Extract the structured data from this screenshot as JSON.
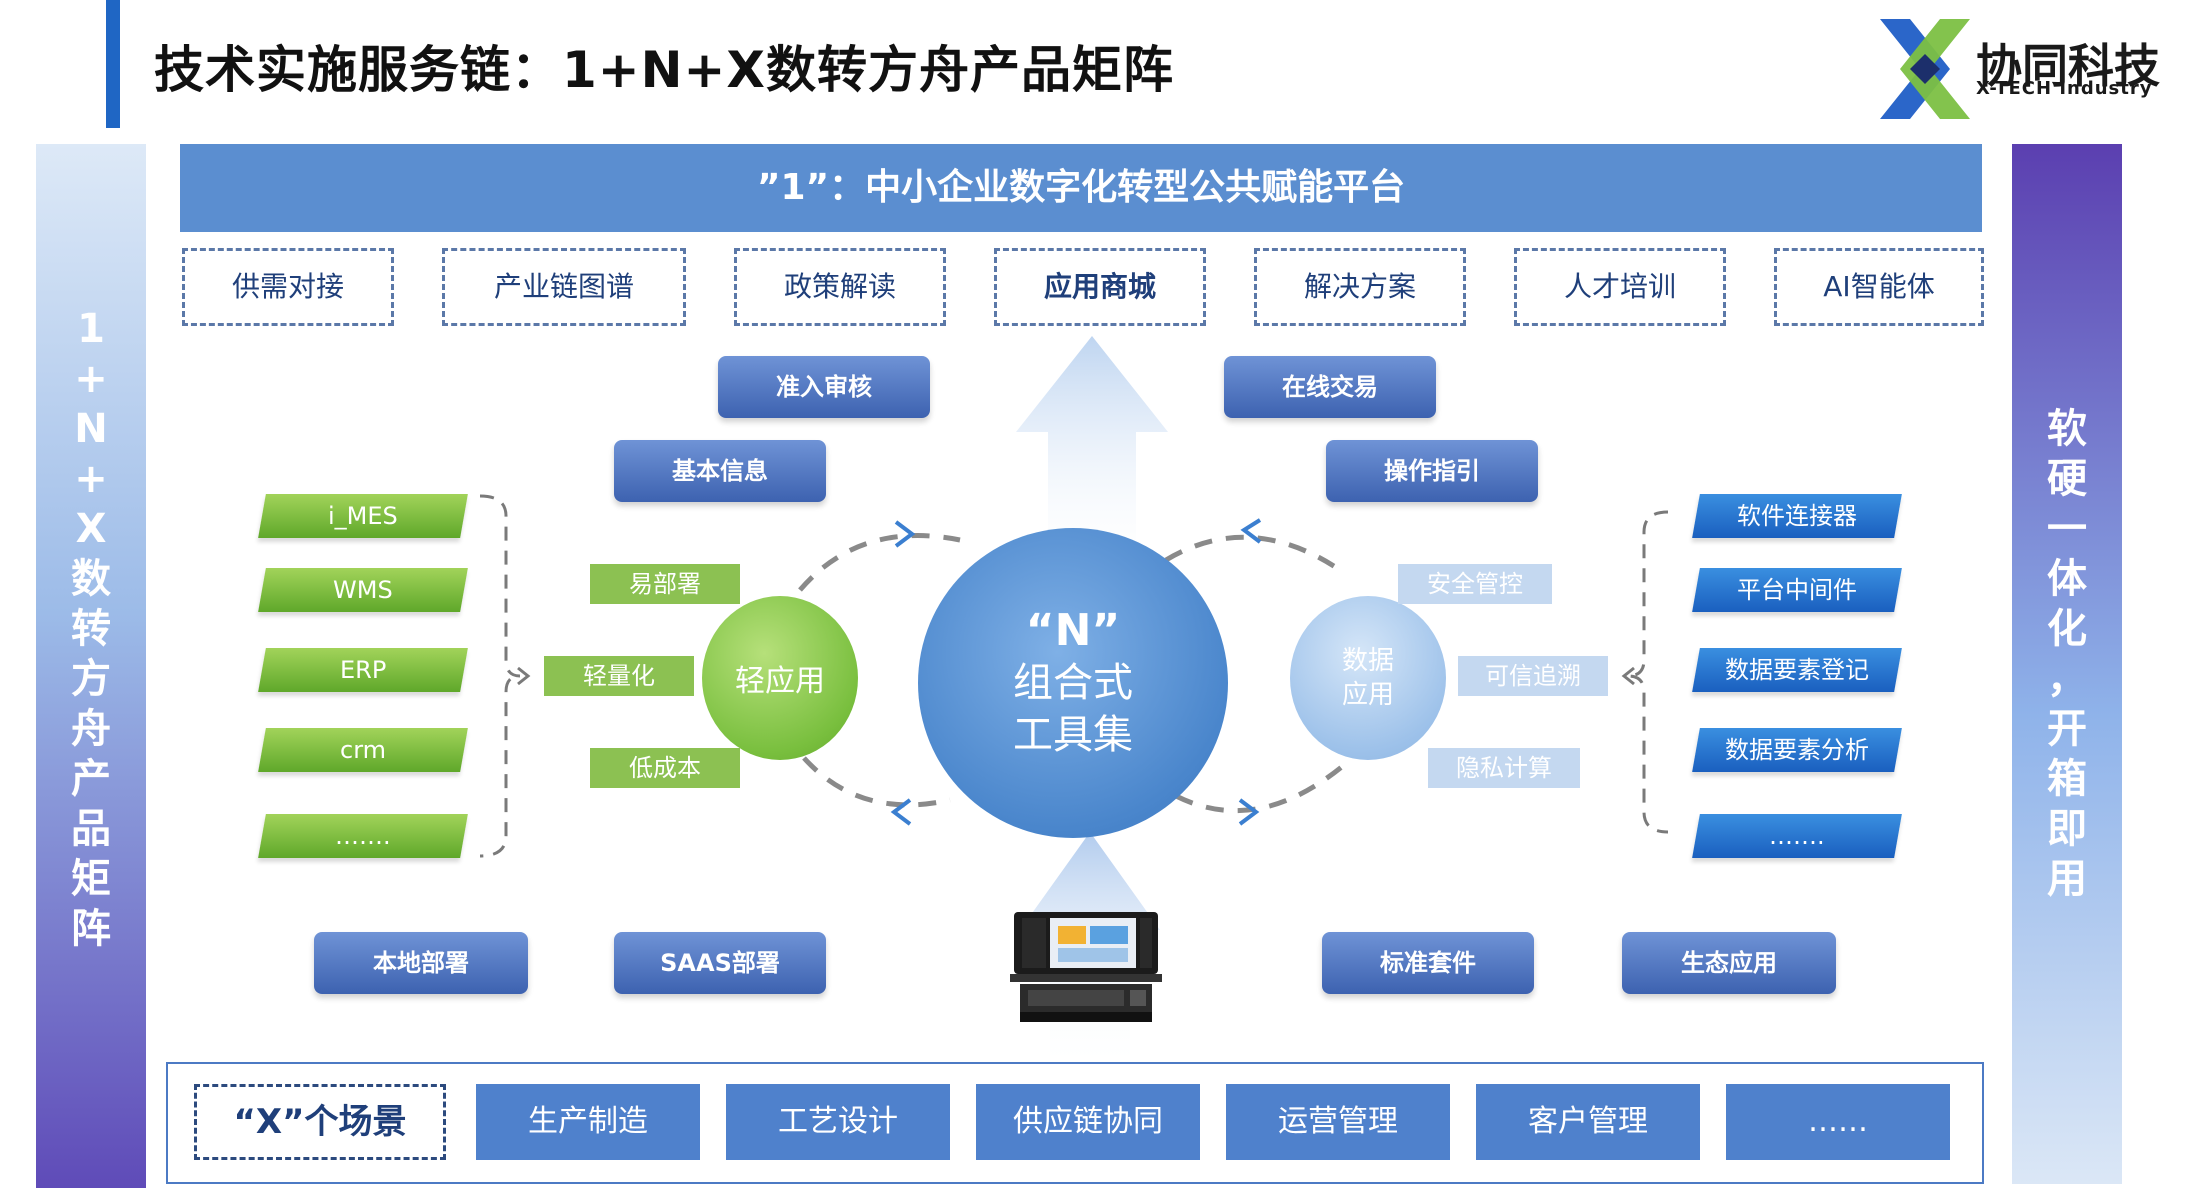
{
  "title": "技术实施服务链：1+N+X数转方舟产品矩阵",
  "logo": {
    "cn": "协同科技",
    "en": "X-TECH Industry"
  },
  "left_side": [
    "1",
    "+",
    "N",
    "+",
    "X",
    "数",
    "转",
    "方",
    "舟",
    "产",
    "品",
    "矩",
    "阵"
  ],
  "right_side": [
    "软",
    "硬",
    "一",
    "体",
    "化",
    "，",
    "开",
    "箱",
    "即",
    "用"
  ],
  "banner": "”1”：中小企业数字化转型公共赋能平台",
  "platform_functions": [
    "供需对接",
    "产业链图谱",
    "政策解读",
    "应用商城",
    "解决方案",
    "人才培训",
    "AI智能体"
  ],
  "pills": {
    "admission_review": "准入审核",
    "online_trade": "在线交易",
    "basic_info": "基本信息",
    "operation_guide": "操作指引",
    "local_deploy": "本地部署",
    "saas_deploy": "SAAS部署",
    "standard_suite": "标准套件",
    "ecosystem_app": "生态应用"
  },
  "light_apps": [
    "i_MES",
    "WMS",
    "ERP",
    "crm",
    "……."
  ],
  "light_features": [
    "易部署",
    "轻量化",
    "低成本"
  ],
  "light_circle": "轻应用",
  "center_circle": [
    "“N”",
    "组合式",
    "工具集"
  ],
  "data_circle": [
    "数据",
    "应用"
  ],
  "data_features": [
    "安全管控",
    "可信追溯",
    "隐私计算"
  ],
  "data_apps": [
    "软件连接器",
    "平台中间件",
    "数据要素登记",
    "数据要素分析",
    "……."
  ],
  "x_title": "“X”个场景",
  "scenarios": [
    "生产制造",
    "工艺设计",
    "供应链协同",
    "运营管理",
    "客户管理",
    "……"
  ],
  "colors": {
    "primary": "#5b8ed0",
    "green": "#79bf3e",
    "dark_blue": "#3d62b0",
    "accent_bar": "#1f66c4"
  }
}
